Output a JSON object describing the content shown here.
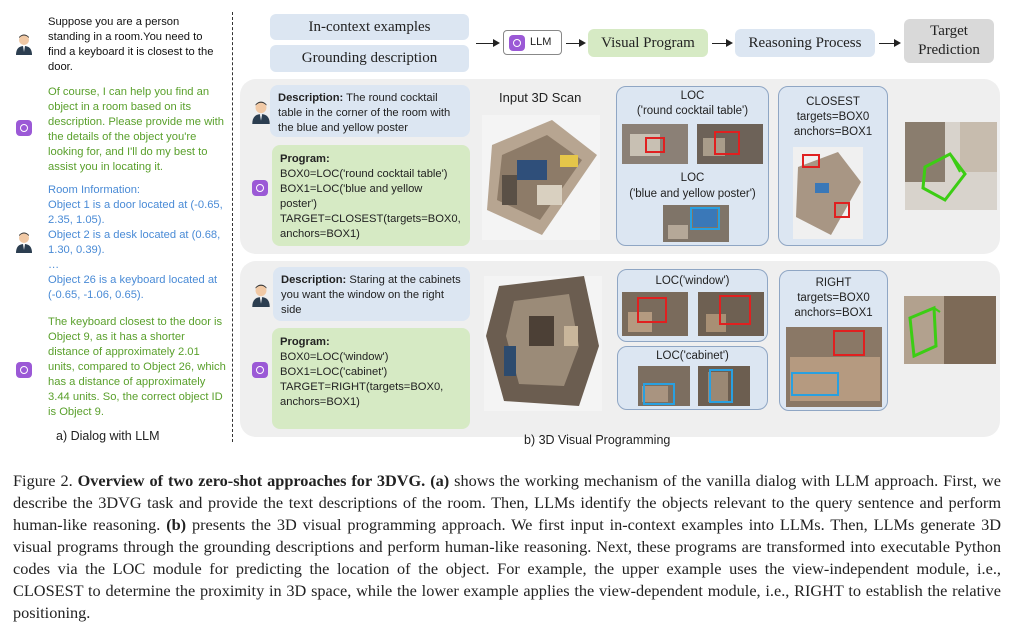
{
  "dialog": {
    "user1": "Suppose you are a person standing in a room.You need to find a keyboard it is closest to the door.",
    "llm1": "Of course, I can help you find an object in a room based on its description. Please provide me with the details of the object you're looking for, and I'll do my best to assist you in locating it.",
    "room_info": "Room Information:",
    "obj1": "Object 1 is a door located at (-0.65, 2.35, 1.05).",
    "obj2": "Object 2 is a desk located at (0.68, 1.30, 0.39).",
    "ellipsis": "…",
    "obj26": "Object 26 is a keyboard located at (-0.65, -1.06, 0.65).",
    "llm2": "The keyboard closest to the door is Object 9, as it has a shorter distance of approximately 2.01 units, compared to Object 26, which has a distance of approximately 3.44 units. So, the correct object ID is Object 9.",
    "caption": "a) Dialog with LLM"
  },
  "pipeline": {
    "in_context": "In-context examples",
    "grounding": "Grounding description",
    "llm": "LLM",
    "visual_program": "Visual Program",
    "reasoning": "Reasoning Process",
    "target": "Target Prediction"
  },
  "upper": {
    "desc_label": "Description:",
    "desc_text": " The round cocktail table in the corner of the room with the blue and yellow poster",
    "prog_label": "Program:",
    "prog_lines": [
      "BOX0=LOC('round cocktail table')",
      "BOX1=LOC('blue and yellow poster')",
      "TARGET=CLOSEST(targets=BOX0, anchors=BOX1)"
    ],
    "scan_label": "Input 3D Scan",
    "loc1_title": "LOC",
    "loc1_arg": "('round cocktail table')",
    "loc2_title": "LOC",
    "loc2_arg": "('blue and yellow poster')",
    "rel_title": "CLOSEST",
    "rel_targets": "targets=BOX0",
    "rel_anchors": "anchors=BOX1"
  },
  "lower": {
    "desc_label": "Description:",
    "desc_text": " Staring at the cabinets you want the window on the right side",
    "prog_label": "Program:",
    "prog_lines": [
      "BOX0=LOC('window')",
      "BOX1=LOC('cabinet')",
      "TARGET=RIGHT(targets=BOX0, anchors=BOX1)"
    ],
    "loc1": "LOC('window')",
    "loc2": "LOC('cabinet')",
    "rel_title": "RIGHT",
    "rel_targets": "targets=BOX0",
    "rel_anchors": "anchors=BOX1"
  },
  "subcaption_b": "b) 3D Visual Programming",
  "caption": {
    "fig": "Figure 2.",
    "bold_title": "Overview of two zero-shot approaches for 3DVG.",
    "a_tag": "(a)",
    "part1": " shows the working mechanism of the vanilla dialog with LLM approach. First, we describe the 3DVG task and provide the text descriptions of the room. Then, LLMs identify the objects relevant to the query sentence and perform human-like reasoning. ",
    "b_tag": "(b)",
    "part2": " presents the 3D visual programming approach. We first input in-context examples into LLMs. Then, LLMs generate 3D visual programs through the grounding descriptions and perform human-like reasoning. Next, these programs are transformed into executable Python codes via the LOC module for predicting the location of the object. For example, the upper example uses the view-independent module, i.e., CLOSEST to determine the proximity in 3D space, while the lower example applies the view-dependent module, i.e., RIGHT to establish the relative positioning."
  },
  "colors": {
    "blue_box": "#dce6f2",
    "green_box": "#d6eac4",
    "panel": "#efefef",
    "llm_green": "#5aa02c",
    "llm_blue": "#4a8bd6",
    "gpt_purple": "#9b59d6"
  }
}
